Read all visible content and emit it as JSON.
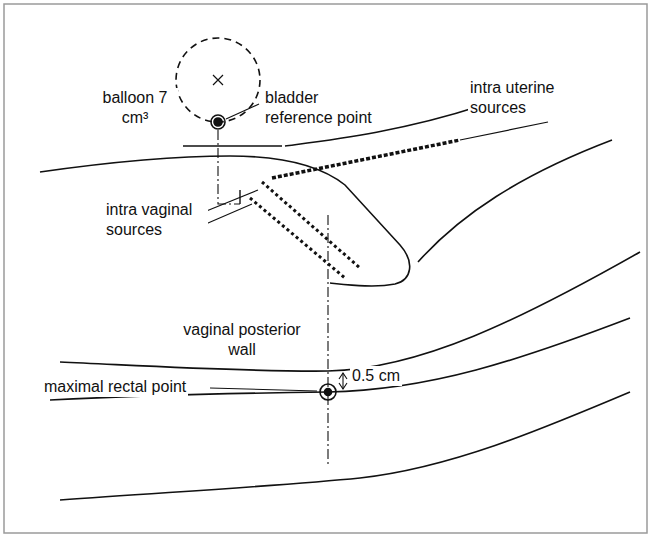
{
  "diagram": {
    "labels": [
      "balloon 7 cm³",
      "bladder reference point",
      "intra uterine sources",
      "intra vaginal sources",
      "vaginal posterior wall",
      "maximal rectal point",
      "0.5 cm"
    ]
  }
}
